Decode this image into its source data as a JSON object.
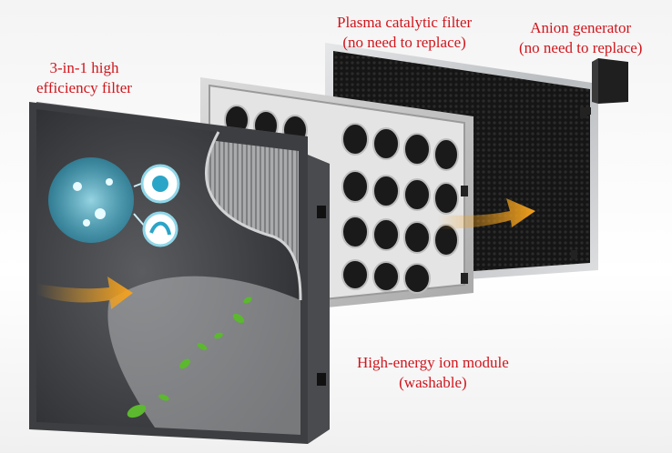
{
  "labels": {
    "filter": {
      "line1": "3-in-1 high",
      "line2": "efficiency filter"
    },
    "plasma": {
      "line1": "Plasma catalytic filter",
      "line2": "(no need to replace)"
    },
    "anion": {
      "line1": "Anion generator",
      "line2": "(no need to replace)"
    },
    "ion_module": {
      "line1": "High-energy ion module",
      "line2": "(washable)"
    }
  },
  "colors": {
    "label_red": "#d0151c",
    "arrow_orange": "#f2a11e",
    "leaf_green": "#5cb82e",
    "frame_dark": "#3a3a3c",
    "frame_silver": "#c9cbcd",
    "mesh_black": "#161616"
  },
  "icons": [
    "airflow-arrow-icon",
    "bacteria-magnifier-icon",
    "virus-icon",
    "microbe-icon",
    "leaf-icon"
  ]
}
